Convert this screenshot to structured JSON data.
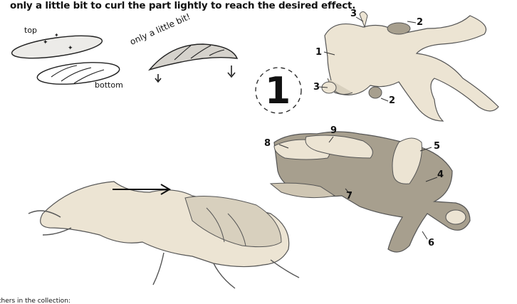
{
  "instruction": "only a little bit to curl the part lightly to reach the desired effect.",
  "curl_labels": {
    "top": "top",
    "bottom": "bottom",
    "little": "only a little bit!"
  },
  "step_number": "1",
  "part_numbers": {
    "p1": "1",
    "p2a": "2",
    "p2b": "2",
    "p3a": "3",
    "p3b": "3",
    "p4": "4",
    "p5": "5",
    "p6": "6",
    "p7": "7",
    "p8": "8",
    "p9": "9"
  },
  "footer": "thers in the collection:",
  "colors": {
    "part_light": "#ece4d3",
    "part_dark": "#a79f8e",
    "part_mid": "#cfc6b3",
    "line": "#333333"
  }
}
